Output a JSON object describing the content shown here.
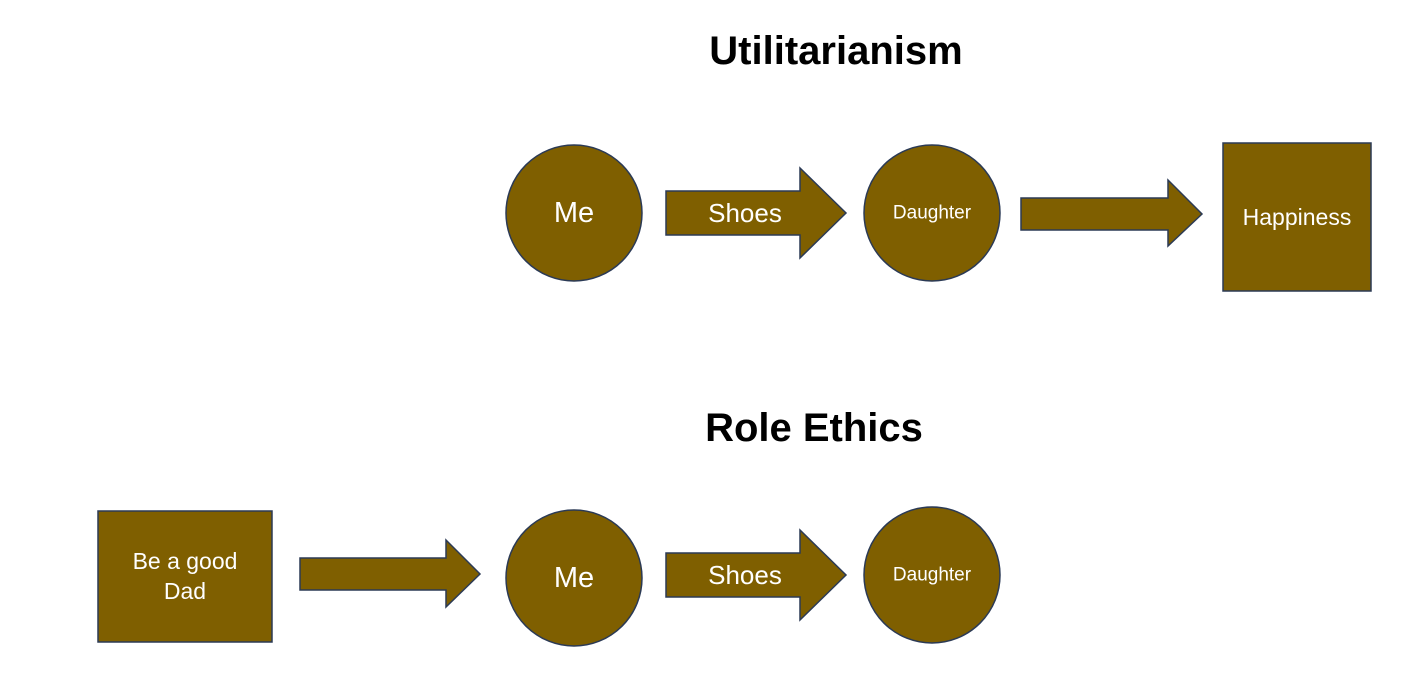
{
  "colors": {
    "shape_fill": "#7f5f00",
    "shape_stroke": "#2b3a55",
    "label_text": "#ffffff",
    "title_text": "#000000",
    "background": "#ffffff"
  },
  "utilitarianism": {
    "title": "Utilitarianism",
    "me_label": "Me",
    "arrow1_label": "Shoes",
    "daughter_label": "Daughter",
    "arrow2_label": "",
    "outcome_label": "Happiness"
  },
  "role_ethics": {
    "title": "Role Ethics",
    "role_label_line1": "Be a good",
    "role_label_line2": "Dad",
    "arrow1_label": "",
    "me_label": "Me",
    "arrow2_label": "Shoes",
    "daughter_label": "Daughter"
  }
}
